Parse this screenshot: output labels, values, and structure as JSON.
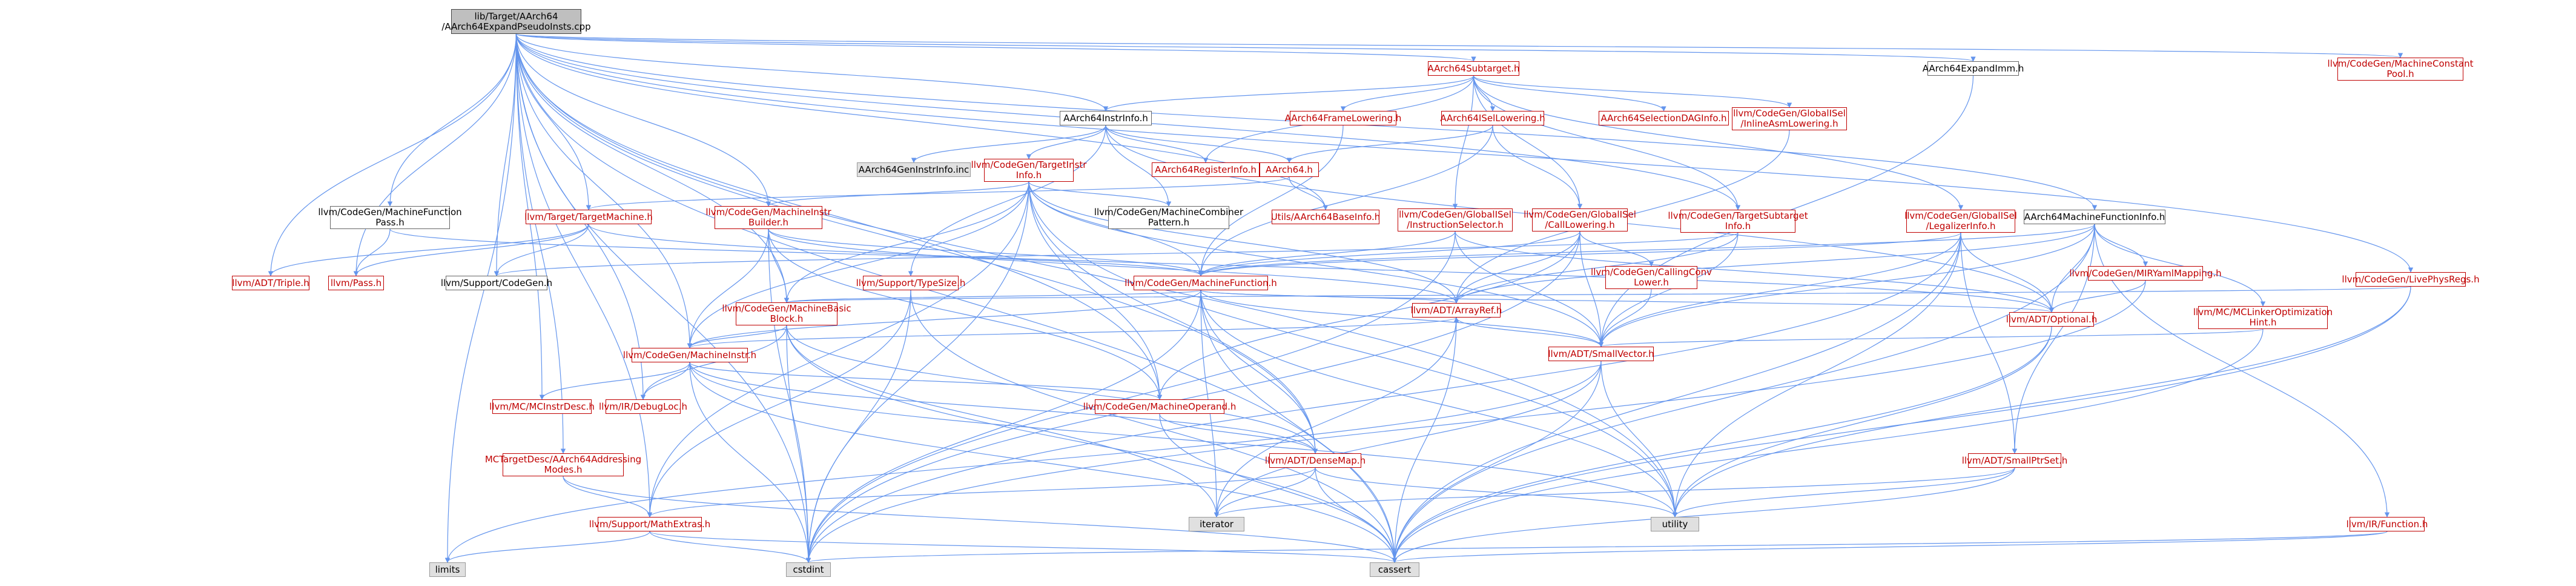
{
  "title": "lib/Target/AArch64/AArch64ExpandPseudoInsts.cpp",
  "colors": {
    "edge": "#6495ed",
    "link_text": "#c00000",
    "file_text": "#000000",
    "system_fill": "#e0e0e0",
    "root_fill": "#bfbfbf"
  },
  "nodes": {
    "root": "lib/Target/AArch64\n/AArch64ExpandPseudoInsts.cpp",
    "subtarget": "AArch64Subtarget.h",
    "expandimm": "AArch64ExpandImm.h",
    "constpool": "llvm/CodeGen/MachineConstant\nPool.h",
    "instrinfo": "AArch64InstrInfo.h",
    "framelowering": "AArch64FrameLowering.h",
    "isellowering": "AArch64ISelLowering.h",
    "seldag": "AArch64SelectionDAGInfo.h",
    "inlineasm": "llvm/CodeGen/GlobalISel\n/InlineAsmLowering.h",
    "geninstrinfo": "AArch64GenInstrInfo.inc",
    "targetinstr": "llvm/CodeGen/TargetInstr\nInfo.h",
    "reginfo": "AArch64RegisterInfo.h",
    "aarch64h": "AArch64.h",
    "combiner": "llvm/CodeGen/MachineCombiner\nPattern.h",
    "baseinfo": "Utils/AArch64BaseInfo.h",
    "mfpass": "llvm/CodeGen/MachineFunction\nPass.h",
    "targetmachine": "llvm/Target/TargetMachine.h",
    "mib": "llvm/CodeGen/MachineInstr\nBuilder.h",
    "instrselector": "llvm/CodeGen/GlobalISel\n/InstructionSelector.h",
    "calllowering": "llvm/CodeGen/GlobalISel\n/CallLowering.h",
    "targetsubtarget": "llvm/CodeGen/TargetSubtarget\nInfo.h",
    "legalizerinfo": "llvm/CodeGen/GlobalISel\n/LegalizerInfo.h",
    "mfinfo": "AArch64MachineFunctionInfo.h",
    "triple": "llvm/ADT/Triple.h",
    "pass": "llvm/Pass.h",
    "codegen": "llvm/Support/CodeGen.h",
    "typesize": "llvm/Support/TypeSize.h",
    "mf": "llvm/CodeGen/MachineFunction.h",
    "callingconv": "llvm/CodeGen/CallingConv\nLower.h",
    "mirymlmapping": "llvm/CodeGen/MIRYamlMapping.h",
    "livephysregs": "llvm/CodeGen/LivePhysRegs.h",
    "mbb": "llvm/CodeGen/MachineBasic\nBlock.h",
    "arrayref": "llvm/ADT/ArrayRef.h",
    "optional": "llvm/ADT/Optional.h",
    "mclinkeropt": "llvm/MC/MCLinkerOptimization\nHint.h",
    "machineinstr": "llvm/CodeGen/MachineInstr.h",
    "smallvector": "llvm/ADT/SmallVector.h",
    "mcinstrdesc": "llvm/MC/MCInstrDesc.h",
    "debugloc": "llvm/IR/DebugLoc.h",
    "moperand": "llvm/CodeGen/MachineOperand.h",
    "addrmodes": "MCTargetDesc/AArch64Addressing\nModes.h",
    "densemap": "llvm/ADT/DenseMap.h",
    "smallptrset": "llvm/ADT/SmallPtrSet.h",
    "irfunction": "llvm/IR/Function.h",
    "iterator": "iterator",
    "utility": "utility",
    "mathextras": "llvm/Support/MathExtras.h",
    "limits": "limits",
    "cstdint": "cstdint",
    "cassert": "cassert"
  }
}
